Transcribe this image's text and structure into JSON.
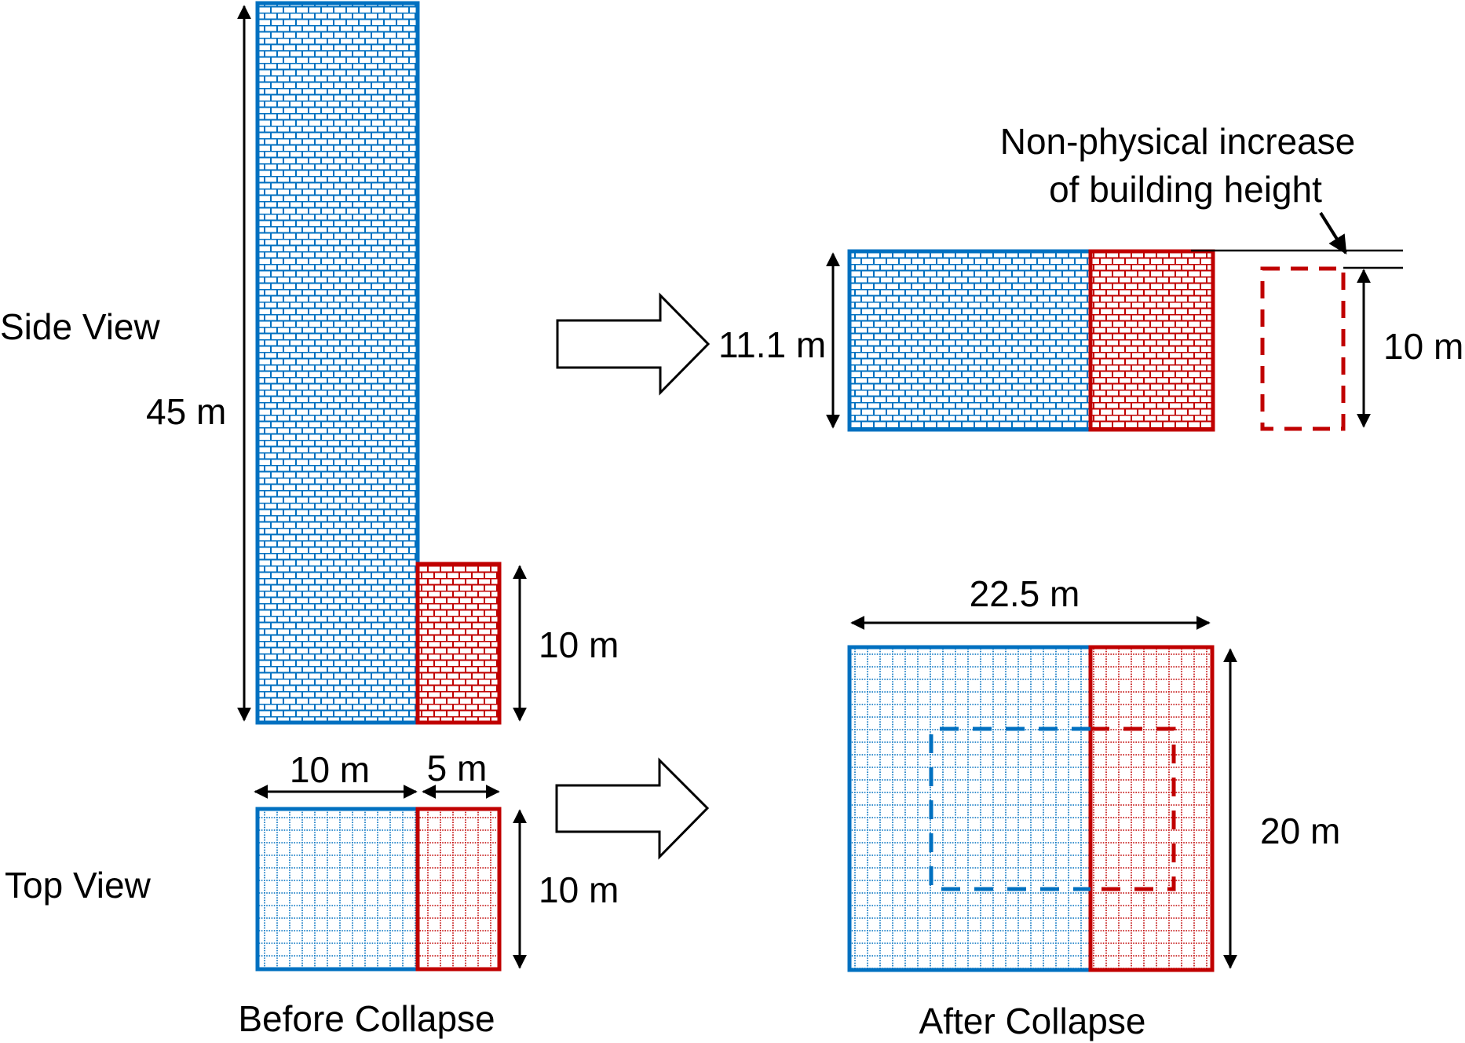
{
  "colors": {
    "blue": "#0070c0",
    "red": "#c00000"
  },
  "row_labels": {
    "side_view": "Side View",
    "top_view": "Top View"
  },
  "before": {
    "caption": "Before Collapse",
    "side": {
      "tall_height": "45 m",
      "small_height": "10 m"
    },
    "top": {
      "tall_width": "10 m",
      "small_width": "5 m",
      "depth": "10 m"
    }
  },
  "after": {
    "caption": "After Collapse",
    "side": {
      "height": "11.1 m",
      "reference_height": "10 m",
      "annotation_line1": "Non-physical increase",
      "annotation_line2": "of building height"
    },
    "top": {
      "width": "22.5 m",
      "depth": "20 m"
    }
  }
}
